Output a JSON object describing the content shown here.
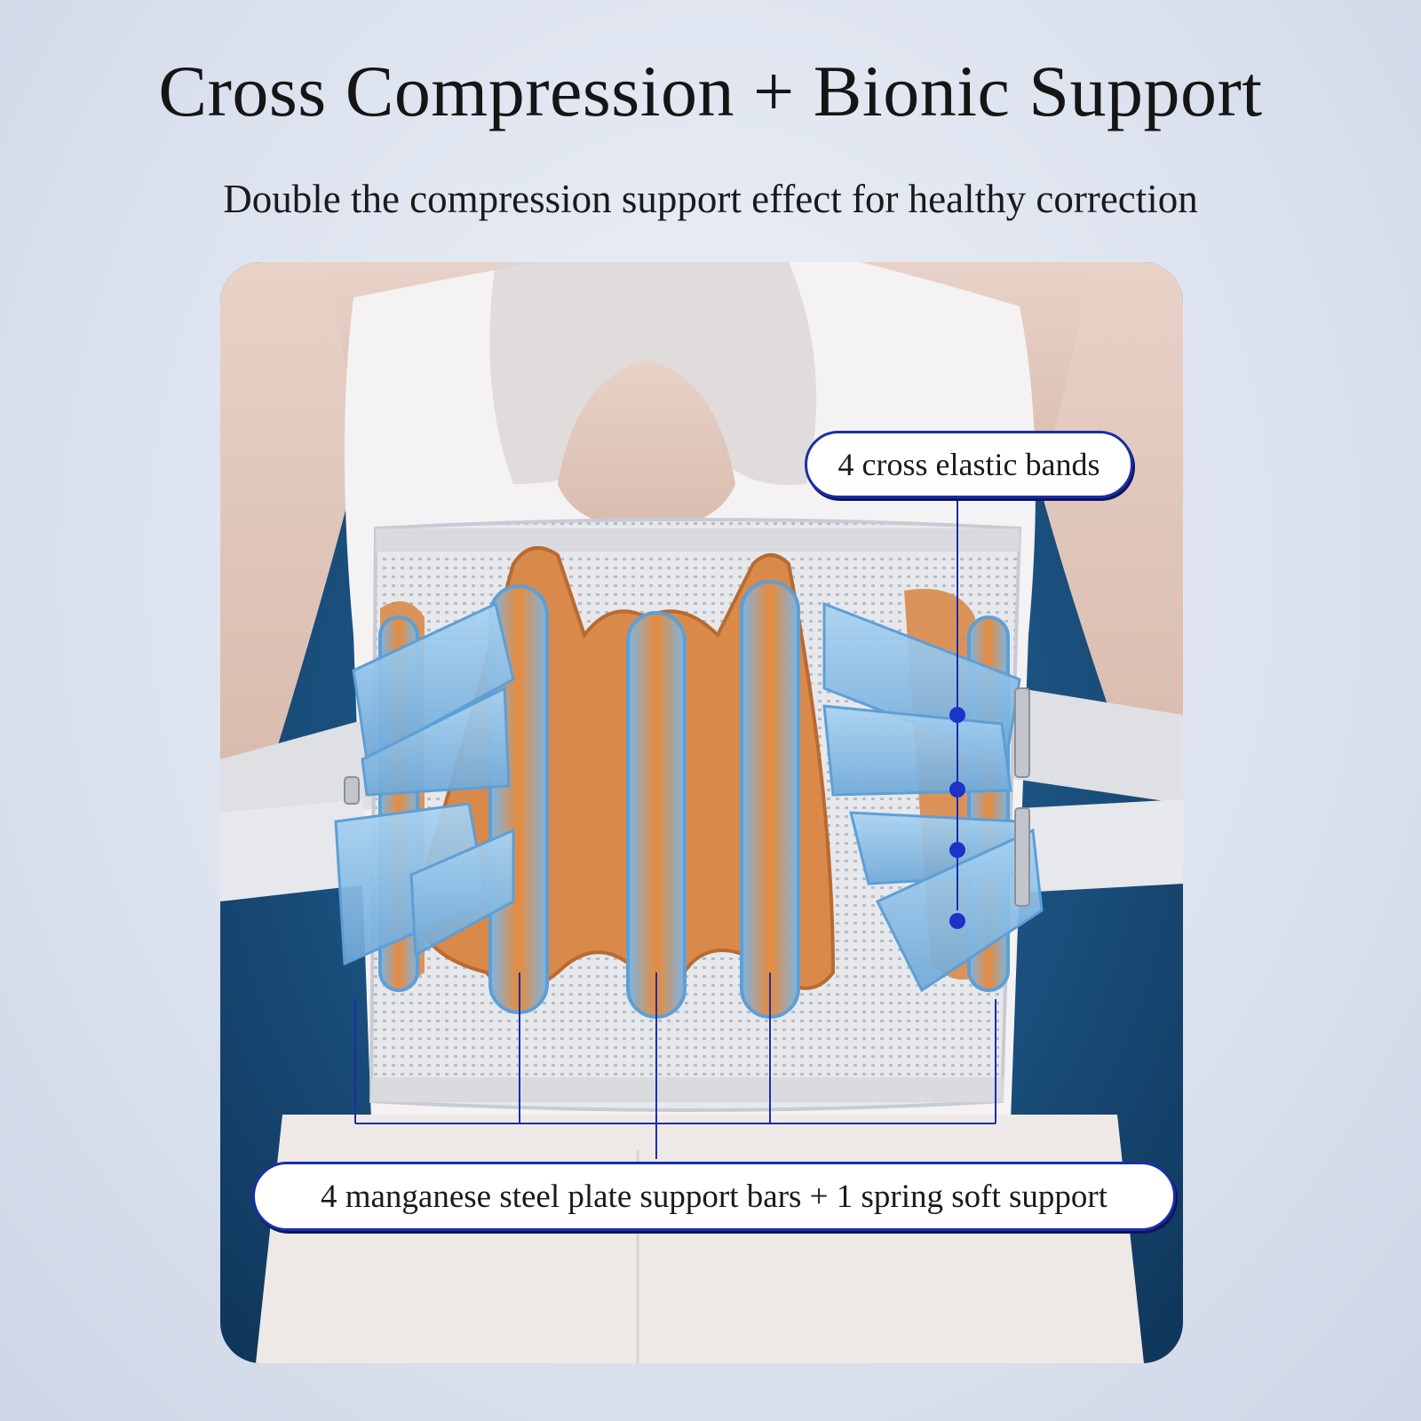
{
  "heading": {
    "title": "Cross Compression + Bionic Support",
    "subtitle": "Double the compression support effect for healthy correction"
  },
  "callouts": {
    "elastic_bands": "4 cross elastic bands",
    "support_bars": "4 manganese steel plate support bars + 1 spring soft support"
  },
  "colors": {
    "background": "#dde3ef",
    "photo_backdrop": "#1a4f7d",
    "callout_border": "#1b2ea8",
    "support_plate": "#d98a4a",
    "elastic_band": "#8fc3ea"
  }
}
